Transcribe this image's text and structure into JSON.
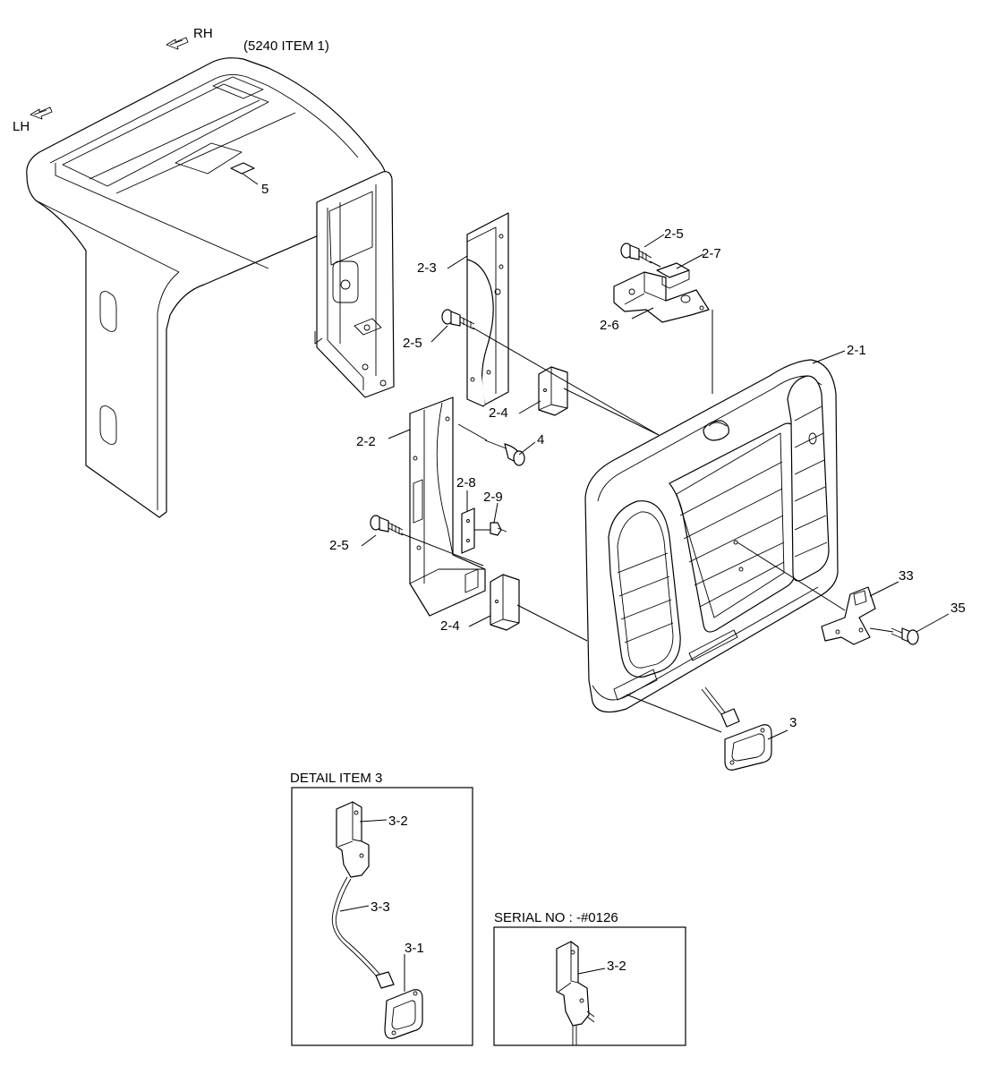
{
  "directions": {
    "rh": "RH",
    "lh": "LH"
  },
  "reference": "(5240 ITEM 1)",
  "callouts": {
    "c5": "5",
    "c2_3": "2-3",
    "c2_5a": "2-5",
    "c2_5b": "2-5",
    "c2_5c": "2-5",
    "c2_7": "2-7",
    "c2_6": "2-6",
    "c2_1": "2-1",
    "c2_4a": "2-4",
    "c2_4b": "2-4",
    "c2_2": "2-2",
    "c4": "4",
    "c2_8": "2-8",
    "c2_9": "2-9",
    "c33": "33",
    "c35": "35",
    "c3": "3"
  },
  "detail_item3": {
    "title": "DETAIL ITEM 3",
    "c3_2": "3-2",
    "c3_3": "3-3",
    "c3_1": "3-1"
  },
  "serial_detail": {
    "title": "SERIAL NO : -#0126",
    "c3_2": "3-2"
  }
}
